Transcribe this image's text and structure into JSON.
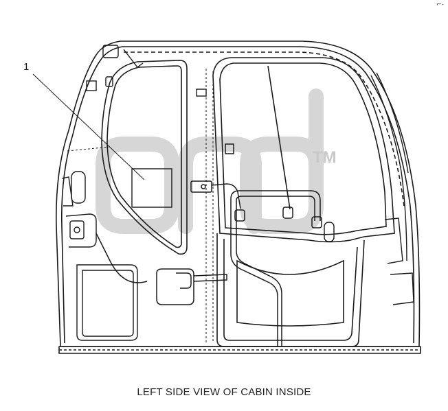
{
  "callout": {
    "number": "1"
  },
  "caption": "LEFT SIDE VIEW OF CABIN INSIDE",
  "watermark": {
    "mark": "TM"
  },
  "corner_mark": "⌐-",
  "colors": {
    "line": "#1a1a1a",
    "watermark": "#d2d2d2",
    "background": "#ffffff"
  }
}
